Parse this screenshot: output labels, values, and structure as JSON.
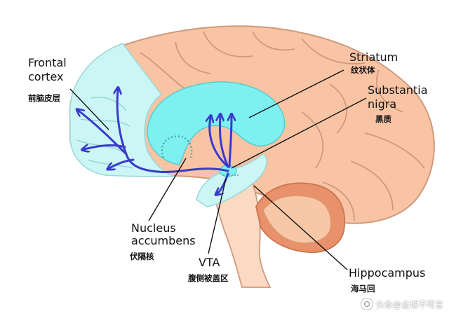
{
  "labels": {
    "frontal_cortex": {
      "en_line1": "Frontal",
      "en_line2": "cortex",
      "zh": "前脑皮层"
    },
    "striatum": {
      "en": "Striatum",
      "zh": "纹状体"
    },
    "substantia_nigra": {
      "en_line1": "Substantia",
      "en_line2": "nigra",
      "zh": "黑质"
    },
    "nucleus_accumbens": {
      "en_line1": "Nucleus",
      "en_line2": "accumbens",
      "zh": "伏隔核"
    },
    "vta": {
      "en": "VTA",
      "zh": "腹侧被盖区"
    },
    "hippocampus": {
      "en": "Hippocampus",
      "zh": "海马回"
    }
  },
  "watermark": {
    "text": "头条@全球不可言"
  },
  "colors": {
    "brain": "#f8c4a4",
    "brain_outline": "#cf9a7c",
    "cortex_highlight": "#ccf6f6",
    "striatum": "#7ff0f2",
    "pathway": "#3a3acc",
    "brainstem": "#fbd9c2",
    "cerebellum": "#e9916a",
    "callout_line": "#111111"
  }
}
